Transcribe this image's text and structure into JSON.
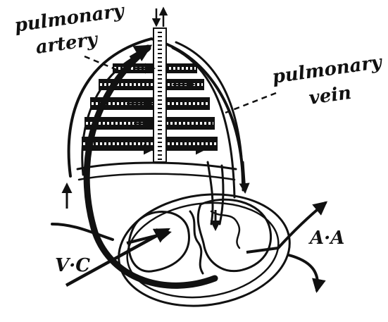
{
  "labels": {
    "pulmonary_artery_line1": "pulmonary",
    "pulmonary_artery_line2": "artery",
    "pulmonary_vein_line1": "pulmonary",
    "pulmonary_vein_line2": "vein",
    "vena_cava": "V·C",
    "aorta": "A·A"
  },
  "colors": {
    "ink": "#111111",
    "paper": "#ffffff"
  }
}
